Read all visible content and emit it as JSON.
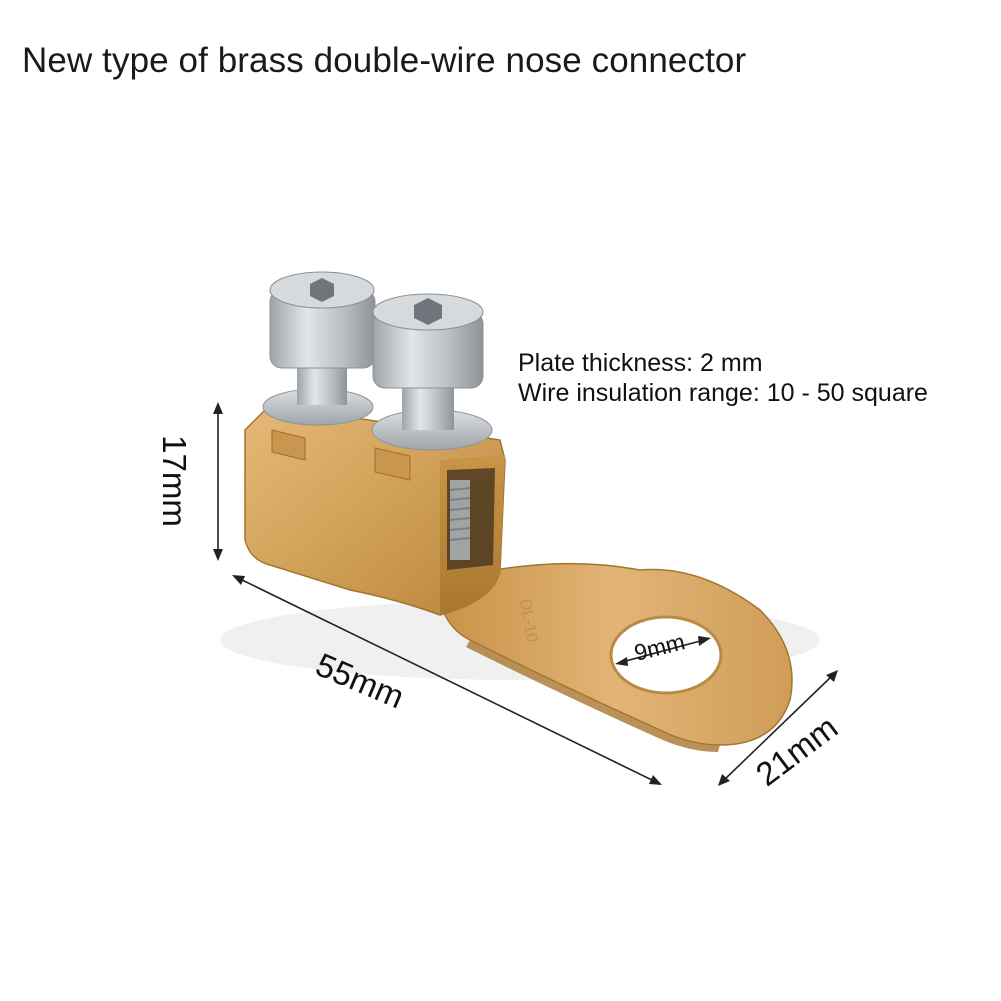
{
  "title": "New type of brass double-wire nose connector",
  "specs": {
    "plate_thickness": "Plate thickness: 2 mm",
    "wire_range": "Wire insulation range: 10 - 50 square"
  },
  "dimensions": {
    "height": "17mm",
    "length": "55mm",
    "width": "21mm",
    "hole": "9mm"
  },
  "product": {
    "material_color": "#d3a35b",
    "screw_color": "#bfc4c8",
    "stamp_text": "DL-10"
  }
}
